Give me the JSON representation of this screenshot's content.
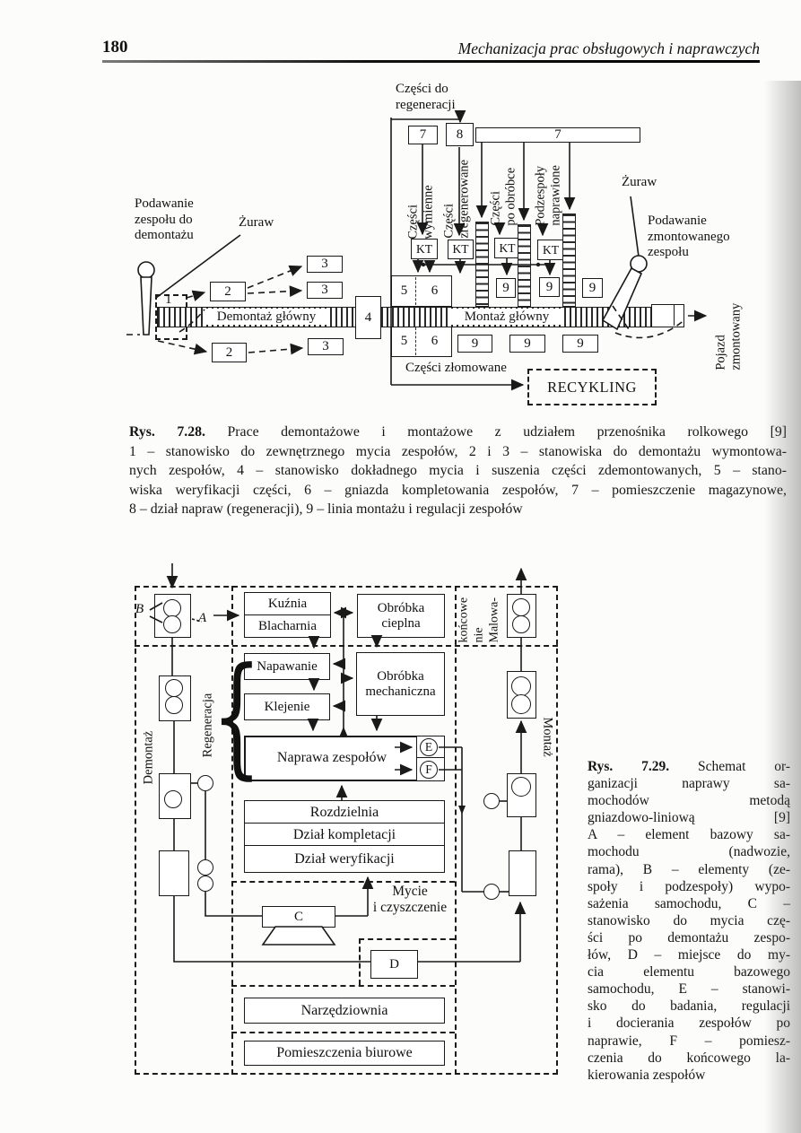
{
  "colors": {
    "paper": "#fcfcfa",
    "ink": "#1a1a1a"
  },
  "header": {
    "page_number": "180",
    "running_title": "Mechanizacja prac obsługowych i naprawczych"
  },
  "fig728": {
    "labels": {
      "n1": "1",
      "n2": "2",
      "n3": "3",
      "n4": "4",
      "n5": "5",
      "n6": "6",
      "n7": "7",
      "n8": "8",
      "n9": "9",
      "kt": "KT",
      "czesci_do_regeneracji": "Części do\nregeneracji",
      "czesci_wymienne": "Części\nwymienne",
      "czesci_zregenerowane": "Części\nzregenerowane",
      "czesci_po_obrobce": "Części\npo obróbce",
      "podzespoly_naprawione": "Podzespoły\nnaprawione",
      "zuraw": "Żuraw",
      "podawanie_lewe": "Podawanie\nzespołu do\ndemontażu",
      "podawanie_prawe": "Podawanie\nzmontowanego\nzespołu",
      "demontaz_glowny": "Demontaż główny",
      "montaz_glowny": "Montaż główny",
      "pojazd_zmontowany": "Pojazd\nzmontowany",
      "czesci_zlomowane": "Części złomowane",
      "recykling": "RECYKLING"
    },
    "caption": {
      "label": "Rys. 7.28.",
      "title_rest": " Prace demontażowe i montażowe z udziałem przenośnika rolkowego [9]",
      "lines": [
        "1 – stanowisko do zewnętrznego mycia zespołów, 2 i 3 – stanowiska do demontażu wymontowa-",
        "nych zespołów, 4 – stanowisko dokładnego mycia i suszenia części zdemontowanych, 5 – stano-",
        "wiska weryfikacji części, 6 – gniazda kompletowania zespołów, 7 – pomieszczenie magazynowe,",
        "8 – dział napraw (regeneracji), 9 – linia montażu i regulacji zespołów"
      ]
    }
  },
  "fig729": {
    "labels": {
      "a": "A",
      "b": "B",
      "c": "C",
      "d": "D",
      "e": "E",
      "f": "F",
      "kuznia": "Kuźnia",
      "blacharnia": "Blacharnia",
      "obrobka_cieplna": "Obróbka\ncieplna",
      "napawanie": "Napawanie",
      "obrobka_mechaniczna": "Obróbka\nmechaniczna",
      "klejenie": "Klejenie",
      "naprawa_zespolow": "Naprawa zespołów",
      "rozdzielnia": "Rozdzielnia",
      "dzial_kompletacji": "Dział kompletacji",
      "dzial_weryfikacji": "Dział weryfikacji",
      "mycie": "Mycie\ni czyszczenie",
      "narzedziownia": "Narzędziownia",
      "pomieszczenia_biurowe": "Pomieszczenia biurowe",
      "demontaz": "Demontaż",
      "regeneracja": "Regeneracja",
      "montaz": "Montaż",
      "malowanie_lines": [
        "Malowa-",
        "nie",
        "końcowe"
      ],
      "brace": "{"
    },
    "caption": {
      "label": "Rys. 7.29.",
      "title_rest": " Schemat or-",
      "lines": [
        "ganizacji naprawy sa-",
        "mochodów metodą",
        "gniazdowo-liniową [9]",
        "A – element bazowy sa-",
        "mochodu (nadwozie,",
        "rama), B – elementy (ze-",
        "społy i podzespoły) wypo-",
        "sażenia samochodu, C –",
        "stanowisko do mycia czę-",
        "ści po demontażu zespo-",
        "łów, D – miejsce do my-",
        "cia elementu bazowego",
        "samochodu, E – stanowi-",
        "sko do badania, regulacji",
        "i docierania zespołów po",
        "naprawie, F – pomiesz-",
        "czenia do końcowego la-",
        "kierowania zespołów"
      ]
    }
  }
}
